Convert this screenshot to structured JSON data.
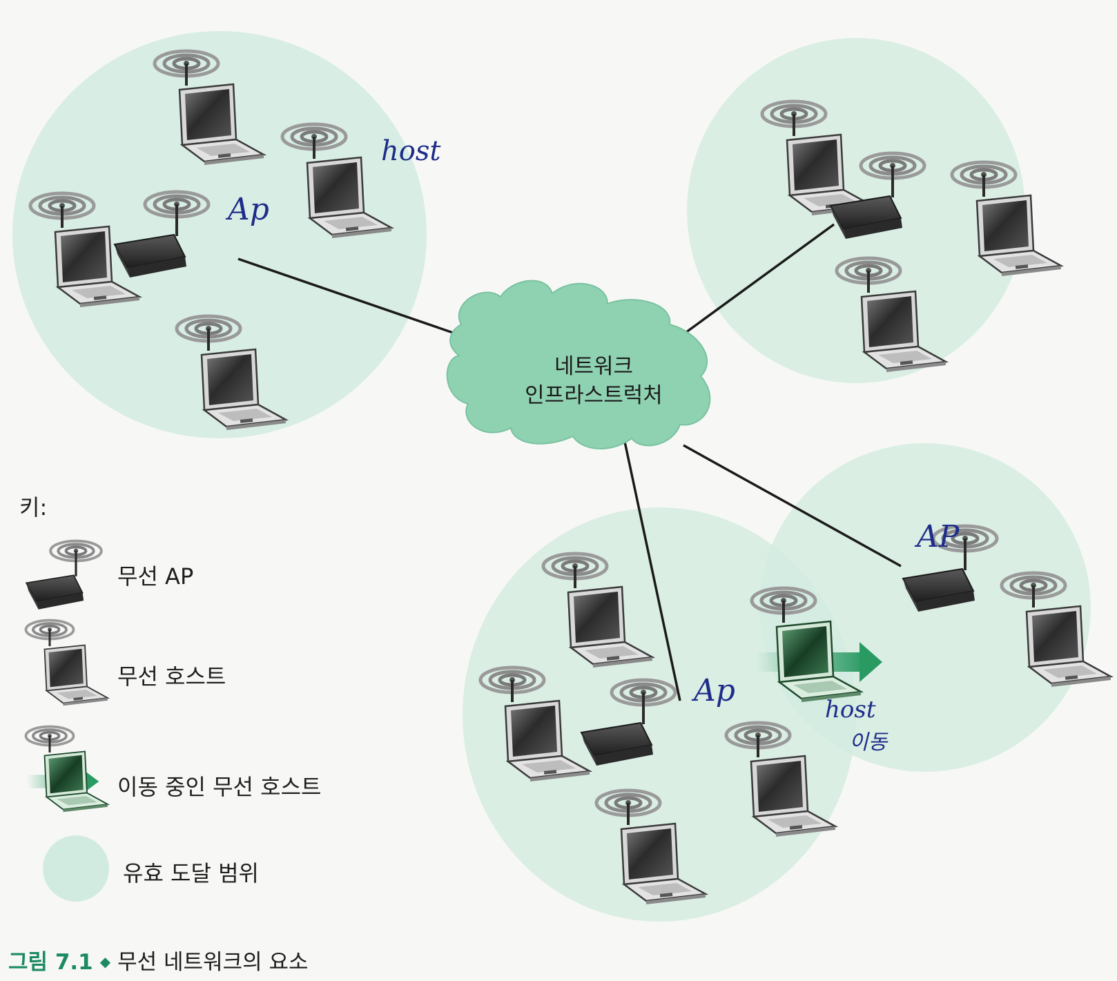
{
  "cloud": {
    "line1": "네트워크",
    "line2": "인프라스트럭처"
  },
  "legend": {
    "title": "키:",
    "items": [
      {
        "label": "무선 AP"
      },
      {
        "label": "무선 호스트"
      },
      {
        "label": "이동 중인 무선 호스트"
      },
      {
        "label": "유효 도달 범위"
      }
    ]
  },
  "annotations": {
    "host_top": "host",
    "ap_top_left": "Ap",
    "ap_bottom_right": "AP",
    "ap_bottom_center": "Ap",
    "host_move_1": "host",
    "host_move_2": "이동"
  },
  "caption": {
    "figure": "그림 7.1",
    "separator": "◆",
    "text": "무선 네트워크의 요소"
  },
  "colors": {
    "coverage": "#d2ebe0",
    "cloud": "#8fd2b2",
    "device": "#333333",
    "mobile": "#1e6b3d",
    "arrow": "#2a9a63",
    "accent": "#1d8a63",
    "ink": "#1f2d8a"
  }
}
